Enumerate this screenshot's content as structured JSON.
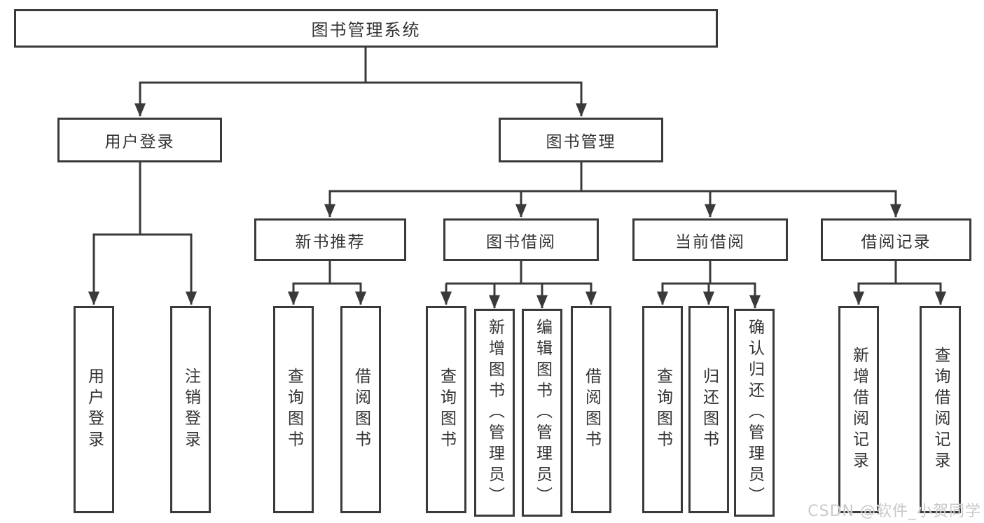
{
  "watermark": "CSDN @软件_小贺同学",
  "colors": {
    "line": "#3a3a3a",
    "border": "#3a3a3a",
    "text": "#333333",
    "watermark": "#c9c9c9",
    "background": "#ffffff"
  },
  "tree": {
    "label": "图书管理系统",
    "children": [
      {
        "label": "用户登录",
        "children": [
          {
            "label": "用户登录"
          },
          {
            "label": "注销登录"
          }
        ]
      },
      {
        "label": "图书管理",
        "children": [
          {
            "label": "新书推荐",
            "children": [
              {
                "label": "查询图书"
              },
              {
                "label": "借阅图书"
              }
            ]
          },
          {
            "label": "图书借阅",
            "children": [
              {
                "label": "查询图书"
              },
              {
                "label": "新增图书（管理员）"
              },
              {
                "label": "编辑图书（管理员）"
              },
              {
                "label": "借阅图书"
              }
            ]
          },
          {
            "label": "当前借阅",
            "children": [
              {
                "label": "查询图书"
              },
              {
                "label": "归还图书"
              },
              {
                "label": "确认归还（管理员）"
              }
            ]
          },
          {
            "label": "借阅记录",
            "children": [
              {
                "label": "新增借阅记录"
              },
              {
                "label": "查询借阅记录"
              }
            ]
          }
        ]
      }
    ]
  }
}
